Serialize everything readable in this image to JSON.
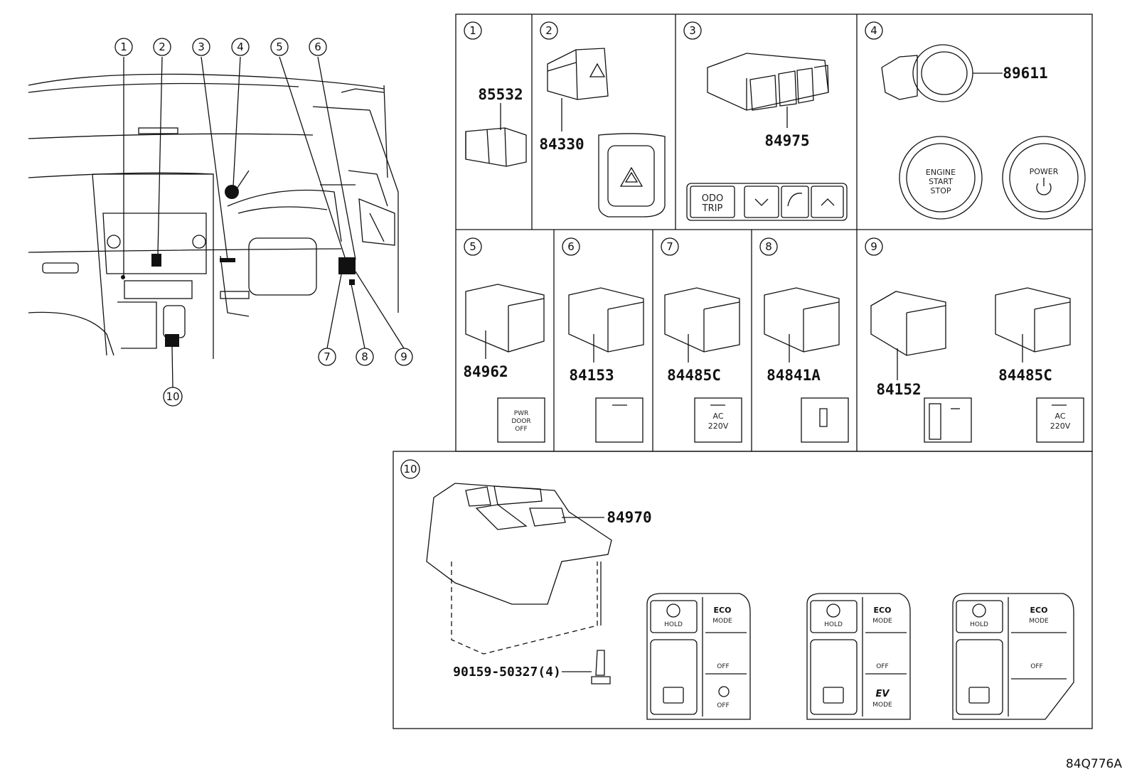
{
  "overview": {
    "callouts": [
      "1",
      "2",
      "3",
      "4",
      "5",
      "6",
      "7",
      "8",
      "9",
      "10"
    ]
  },
  "panels": [
    {
      "num": "1",
      "parts": [
        "85532"
      ]
    },
    {
      "num": "2",
      "parts": [
        "84330"
      ]
    },
    {
      "num": "3",
      "parts": [
        "84975"
      ],
      "icon_labels": [
        "ODO",
        "TRIP"
      ]
    },
    {
      "num": "4",
      "parts": [
        "89611"
      ],
      "icon_labels": [
        "ENGINE",
        "START",
        "STOP",
        "POWER"
      ]
    },
    {
      "num": "5",
      "parts": [
        "84962"
      ],
      "icon_labels": [
        "PWR",
        "DOOR",
        "OFF"
      ]
    },
    {
      "num": "6",
      "parts": [
        "84153"
      ]
    },
    {
      "num": "7",
      "parts": [
        "84485C"
      ],
      "icon_labels": [
        "AC",
        "220V"
      ]
    },
    {
      "num": "8",
      "parts": [
        "84841A"
      ]
    },
    {
      "num": "9",
      "parts": [
        "84152",
        "84485C"
      ],
      "icon_labels": [
        "AC",
        "220V"
      ]
    },
    {
      "num": "10",
      "parts": [
        "84970",
        "90159-50327(4)"
      ],
      "icon_labels": [
        "HOLD",
        "ECO",
        "MODE",
        "OFF",
        "EV"
      ]
    }
  ],
  "reference_code": "84Q776A"
}
